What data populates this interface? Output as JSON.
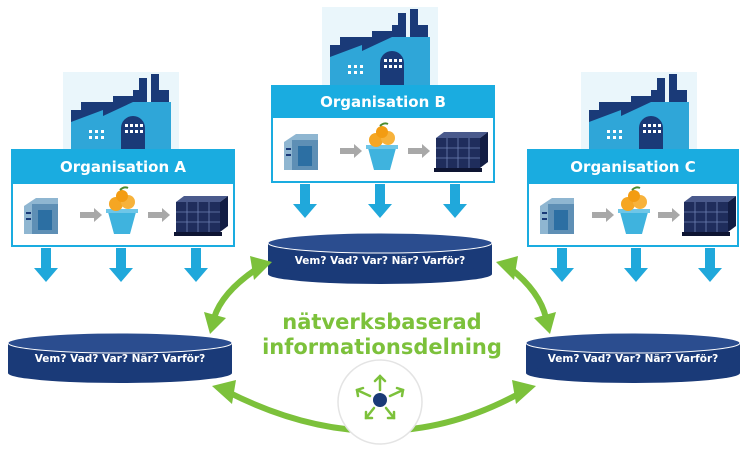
{
  "organisations": [
    {
      "id": "a",
      "title": "Organisation A"
    },
    {
      "id": "b",
      "title": "Organisation B"
    },
    {
      "id": "c",
      "title": "Organisation C"
    }
  ],
  "databases": [
    {
      "id": "left",
      "label": "Vem?  Vad?  Var?  När?  Varför?"
    },
    {
      "id": "center",
      "label": "Vem?  Vad?  Var?  När?  Varför?"
    },
    {
      "id": "right",
      "label": "Vem?  Vad?  Var?  När?  Varför?"
    }
  ],
  "center_caption": {
    "line1": "nätverksbaserad",
    "line2": "informationsdelning"
  },
  "icons": {
    "factory": "factory-icon",
    "warehouse": "warehouse-icon",
    "oranges": "oranges-bucket-icon",
    "pallet": "pallet-boxes-icon",
    "network": "network-hub-icon"
  },
  "colors": {
    "header_blue": "#1aace0",
    "arrow_blue": "#20a8db",
    "navy": "#1a3a78",
    "green": "#7cc13b",
    "orange": "#f5a623"
  }
}
